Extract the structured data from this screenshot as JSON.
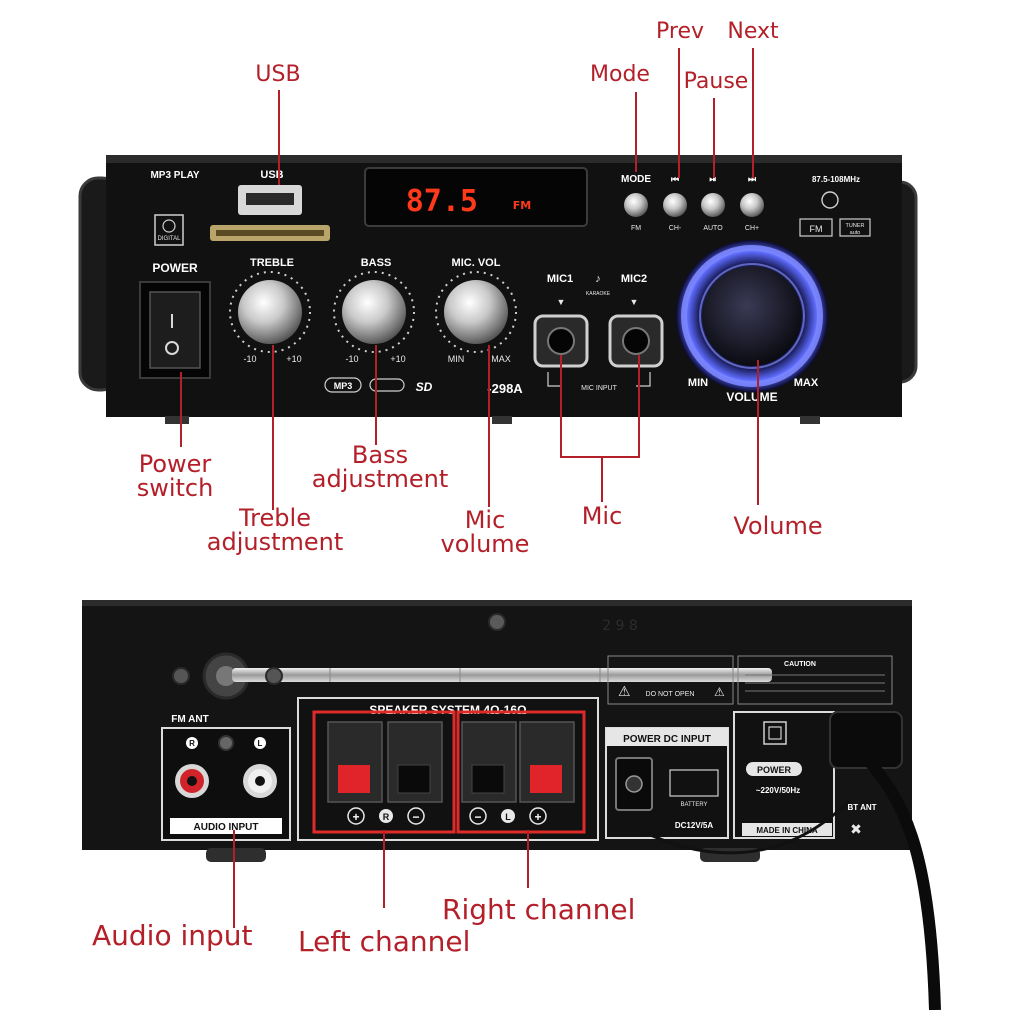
{
  "front_panel": {
    "mp3_label": "MP3 PLAY",
    "usb_label": "USB",
    "digital_label": "DIGITAL",
    "power_label": "POWER",
    "display_text": "87.5",
    "display_unit": "FM",
    "mode_label": "MODE",
    "fm_label": "FM",
    "ch_minus_label": "CH-",
    "auto_label": "AUTO",
    "ch_plus_label": "CH+",
    "freq_range": "87.5-108MHz",
    "fm_badge": "FM",
    "tuner_label": "TUNER",
    "tuner_sub": "auto",
    "treble_label": "TREBLE",
    "treble_min": "-10",
    "treble_max": "+10",
    "bass_label": "BASS",
    "bass_min": "-10",
    "bass_max": "+10",
    "mic_vol_label": "MIC. VOL",
    "mic_vol_min": "MIN",
    "mic_vol_max": "MAX",
    "mic1_label": "MIC1",
    "mic2_label": "MIC2",
    "karaoke_label": "KARAOKE",
    "mic_input_label": "MIC INPUT",
    "model_label": "-298A",
    "mp3_logo": "MP3",
    "sd_logo": "SD",
    "volume_label": "VOLUME",
    "volume_min": "MIN",
    "volume_max": "MAX"
  },
  "rear_panel": {
    "fm_ant_label": "FM ANT",
    "r_label": "R",
    "l_label": "L",
    "audio_input_label": "AUDIO INPUT",
    "speaker_system_label": "SPEAKER SYSTEM 4Ω-16Ω",
    "plus_sign": "+",
    "minus_sign": "−",
    "power_dc_input_label": "POWER DC INPUT",
    "battery_label": "BATTERY",
    "dc_spec": "DC12V/5A",
    "power_label": "POWER",
    "ac_spec": "~220V/50Hz",
    "made_in": "MADE IN CHINA",
    "caution_label": "CAUTION",
    "do_not_open": "DO NOT OPEN",
    "bt_ant_label": "BT ANT"
  },
  "callouts": {
    "usb": "USB",
    "mode": "Mode",
    "prev": "Prev",
    "pause": "Pause",
    "next": "Next",
    "power_switch_1": "Power",
    "power_switch_2": "switch",
    "treble_adj_1": "Treble",
    "treble_adj_2": "adjustment",
    "bass_adj_1": "Bass",
    "bass_adj_2": "adjustment",
    "mic_volume_1": "Mic",
    "mic_volume_2": "volume",
    "mic": "Mic",
    "volume": "Volume",
    "audio_input": "Audio input",
    "left_channel": "Left channel",
    "right_channel": "Right channel"
  },
  "colors": {
    "callout": "#b3202a",
    "panel": "#141414",
    "display": "#ff3a1a",
    "volume_ring": "#4a5cff",
    "terminal_red": "#e0242a"
  }
}
